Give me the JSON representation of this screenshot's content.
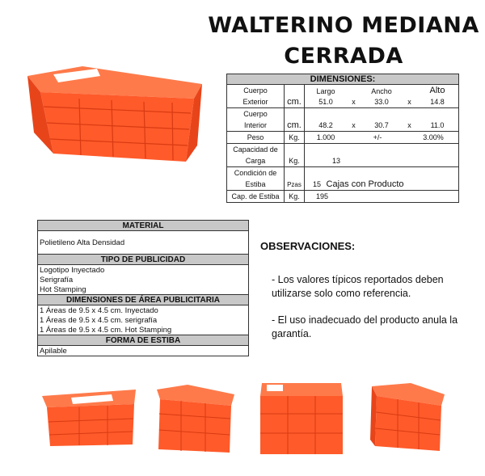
{
  "title": {
    "line1": "WALTERINO MEDIANA",
    "line2": "CERRADA"
  },
  "colors": {
    "crate": "#ff5a2a",
    "crate_dark": "#e8441a",
    "crate_light": "#ff7a4a",
    "header_bg": "#c8c8c8"
  },
  "dimensions": {
    "header": "DIMENSIONES:",
    "col_labels": {
      "largo": "Largo",
      "ancho": "Ancho",
      "alto": "Alto"
    },
    "exterior": {
      "label1": "Cuerpo",
      "label2": "Exterior",
      "unit": "cm.",
      "largo": "51.0",
      "ancho": "33.0",
      "alto": "14.8",
      "sep": "x"
    },
    "interior": {
      "label1": "Cuerpo",
      "label2": "Interior",
      "unit": "cm.",
      "largo": "48.2",
      "ancho": "30.7",
      "alto": "11.0",
      "sep": "x"
    },
    "peso": {
      "label": "Peso",
      "unit": "Kg.",
      "value": "1.000",
      "tol_sign": "+/-",
      "tol": "3.00%"
    },
    "capacidad": {
      "label1": "Capacidad de",
      "label2": "Carga",
      "unit": "Kg.",
      "value": "13"
    },
    "estiba": {
      "label1": "Condición de",
      "label2": "Estiba",
      "unit": "Pzas",
      "value": "15",
      "text": "Cajas con Producto"
    },
    "cap_estiba": {
      "label": "Cap. de Estiba",
      "unit": "Kg.",
      "value": "195"
    }
  },
  "material": {
    "header": "MATERIAL",
    "value": "Polietileno Alta Densidad",
    "publicidad_header": "TIPO DE PUBLICIDAD",
    "publicidad": [
      "Logotipo Inyectado",
      "Serigrafía",
      "Hot Stamping"
    ],
    "area_header": "DIMENSIONES DE ÁREA PUBLICITARIA",
    "areas": [
      "1 Áreas de 9.5 x 4.5 cm. Inyectado",
      "1 Áreas de 9.5 x 4.5 cm. serigrafía",
      "1 Áreas de 9.5 x 4.5 cm. Hot Stamping"
    ],
    "estiba_header": "FORMA DE ESTIBA",
    "estiba": "Apilable"
  },
  "observaciones": {
    "title": "OBSERVACIONES:",
    "items": [
      "- Los valores típicos reportados deben utilizarse solo como referencia.",
      "- El uso inadecuado  del producto anula la garantía."
    ]
  }
}
